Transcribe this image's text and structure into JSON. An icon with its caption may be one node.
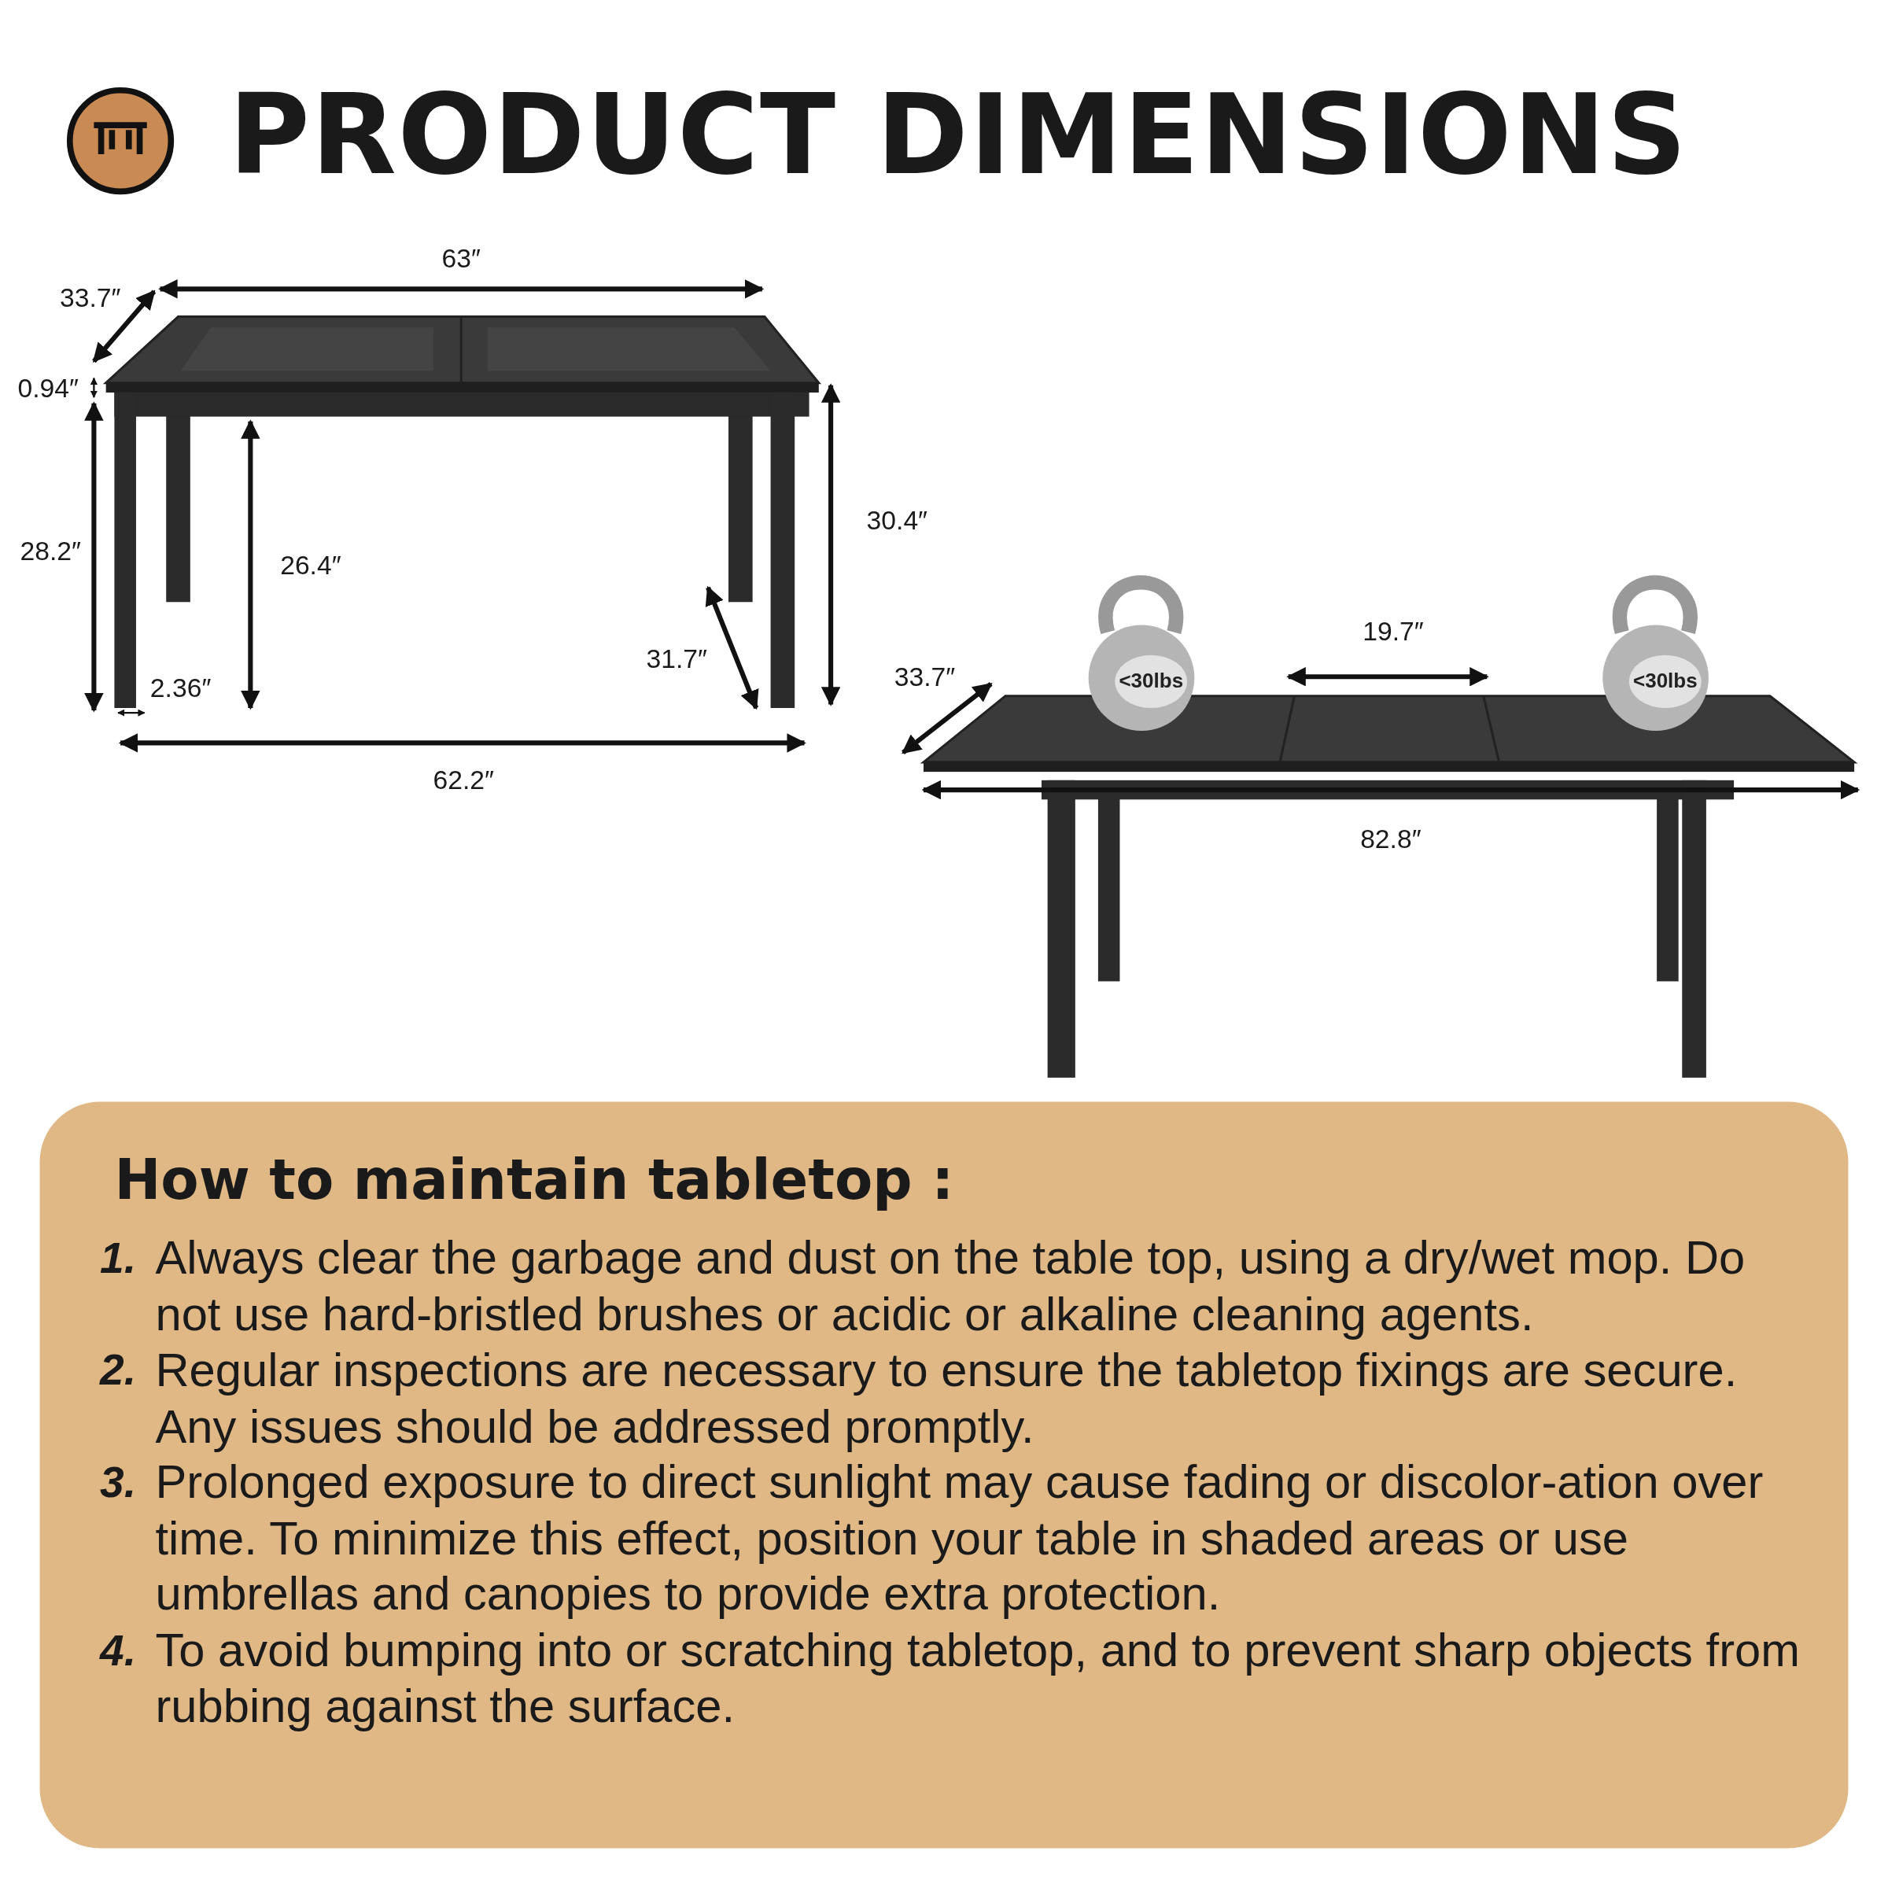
{
  "diagram": {
    "title": "PRODUCT DIMENSIONS",
    "nodes": [
      {
        "text": [
          "How to maintain tabletop :",
          "1.",
          "Always clear the garbage and dust on the table top, using a dry/wet mop. Do not use hard-bristled brushes or acidic or alkaline cleaning agents.",
          "2.",
          "Regular inspections are necessary to ensure the tabletop fixings are secure. Any issues should be addressed promptly.",
          "3.",
          "Prolonged exposure to direct sunlight may cause fading or discolor-ation over time. To minimize this effect, position your table in shaded areas or use umbrellas and canopies to provide extra protection.",
          "4.",
          "To avoid bumping into or scratching tabletop, and to prevent sharp objects from rubbing against the surface."
        ]
      }
    ],
    "edges": [],
    "labels": [
      "63″",
      "33.7″",
      "0.94″",
      "28.2″",
      "26.4″",
      "2.36″",
      "31.7″",
      "30.4″",
      "62.2″",
      "19.7″",
      "33.7″",
      "<30lbs",
      "<30lbs",
      "82.8″"
    ]
  }
}
